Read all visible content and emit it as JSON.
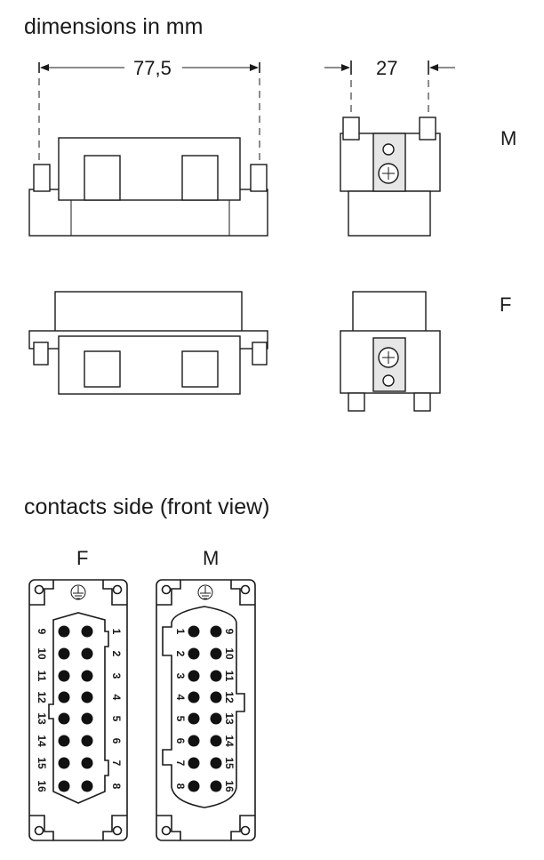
{
  "titles": {
    "dimensions": "dimensions in mm",
    "contacts": "contacts side (front view)"
  },
  "dimensions": {
    "width": "77,5",
    "depth": "27"
  },
  "views": {
    "male": "M",
    "female": "F"
  },
  "faces": {
    "female_label": "F",
    "male_label": "M"
  },
  "pins": {
    "female": {
      "left": [
        "9",
        "10",
        "11",
        "12",
        "13",
        "14",
        "15",
        "16"
      ],
      "right": [
        "1",
        "2",
        "3",
        "4",
        "5",
        "6",
        "7",
        "8"
      ]
    },
    "male": {
      "left": [
        "1",
        "2",
        "3",
        "4",
        "5",
        "6",
        "7",
        "8"
      ],
      "right": [
        "9",
        "10",
        "11",
        "12",
        "13",
        "14",
        "15",
        "16"
      ]
    }
  }
}
